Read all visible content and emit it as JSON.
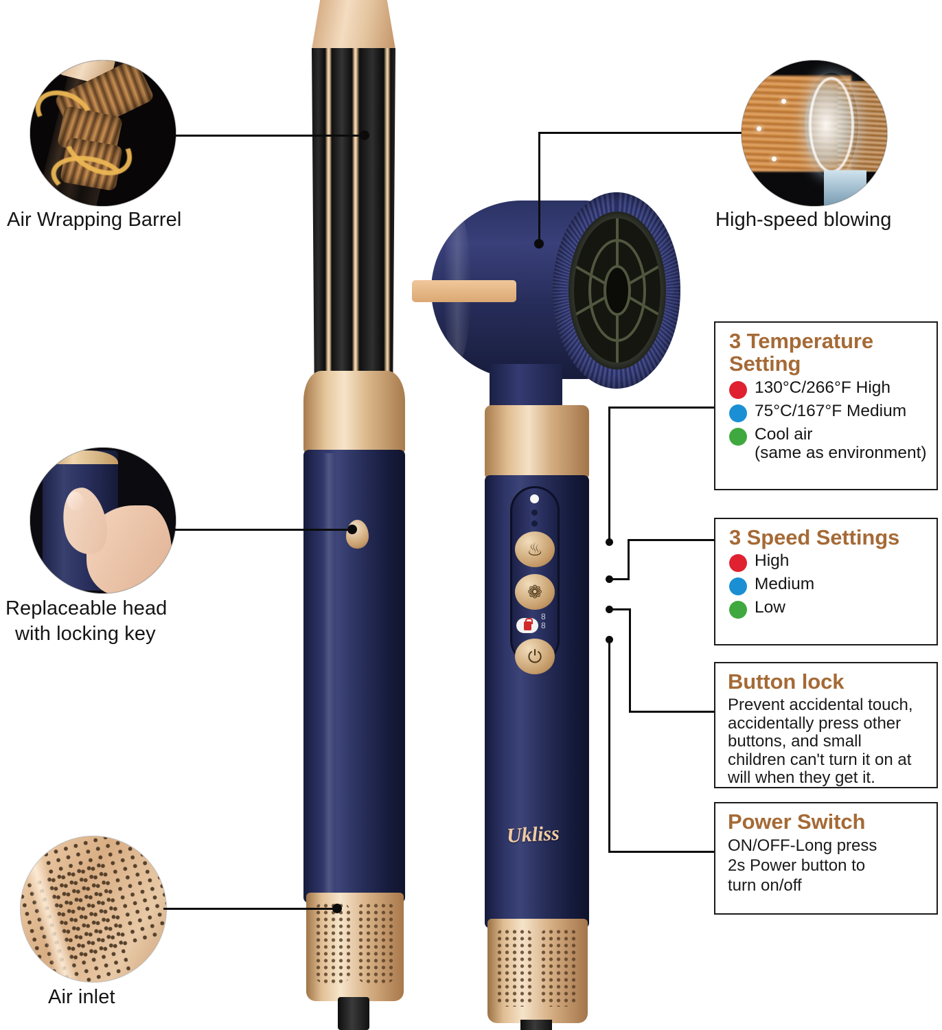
{
  "product": {
    "brand_logo": "Ukliss",
    "wand": {
      "name": "air-wrapping-curling-wand",
      "tip_color": "#e3c49e",
      "body_color": "#141414",
      "accent_color": "#dba873",
      "handle_color": "#2f3668"
    },
    "dryer": {
      "name": "high-speed-hair-dryer",
      "body_color": "#2b3263",
      "accent_color": "#dba873",
      "buttons": [
        {
          "name": "temperature-button",
          "icon": "thermometer-icon",
          "glyph": "♨"
        },
        {
          "name": "fan-speed-button",
          "icon": "fan-icon",
          "glyph": "❁"
        },
        {
          "name": "button-lock-indicator",
          "icon": "lock-icon",
          "glyph": "🔒"
        },
        {
          "name": "power-button",
          "icon": "power-icon",
          "glyph": "⏻"
        }
      ],
      "lock_digits": "8\n8"
    }
  },
  "captions": [
    {
      "id": "air-wrapping-barrel",
      "text": "Air Wrapping Barrel"
    },
    {
      "id": "high-speed-blowing",
      "text": "High-speed blowing"
    },
    {
      "id": "replaceable-head",
      "line1": "Replaceable head",
      "line2": "with locking key"
    },
    {
      "id": "air-inlet",
      "text": "Air inlet"
    }
  ],
  "callouts": [
    {
      "id": "temperature-setting",
      "title": "3 Temperature\nSetting",
      "title_line1": "3 Temperature",
      "title_line2": "Setting",
      "options": [
        {
          "color": "#e02130",
          "label": "130°C/266°F High"
        },
        {
          "color": "#1b8fd4",
          "label": "75°C/167°F Medium"
        },
        {
          "color": "#3fa93f",
          "label": "Cool air\n(same as environment)",
          "label_line1": "Cool air",
          "label_line2": "(same as environment)"
        }
      ]
    },
    {
      "id": "speed-settings",
      "title": "3 Speed Settings",
      "options": [
        {
          "color": "#e02130",
          "label": "High"
        },
        {
          "color": "#1b8fd4",
          "label": "Medium"
        },
        {
          "color": "#3fa93f",
          "label": "Low"
        }
      ]
    },
    {
      "id": "button-lock",
      "title": "Button lock",
      "body": "Prevent accidental touch, accidentally press other buttons, and small children can't turn it on at will when they get it.",
      "body_lines": [
        "Prevent accidental touch,",
        "accidentally press other",
        "buttons, and small",
        "children can't turn it on at",
        "will when they get it."
      ]
    },
    {
      "id": "power-switch",
      "title": "Power Switch",
      "body": "ON/OFF-Long press 2s Power button to turn on/off",
      "body_lines": [
        "ON/OFF-Long press",
        "2s Power button to",
        "turn on/off"
      ]
    }
  ],
  "theme": {
    "background": "#ffffff",
    "heading_color": "#a56a36",
    "text_color": "#151515",
    "line_color": "#0b0b0b",
    "border_color": "#1a1a1a"
  }
}
